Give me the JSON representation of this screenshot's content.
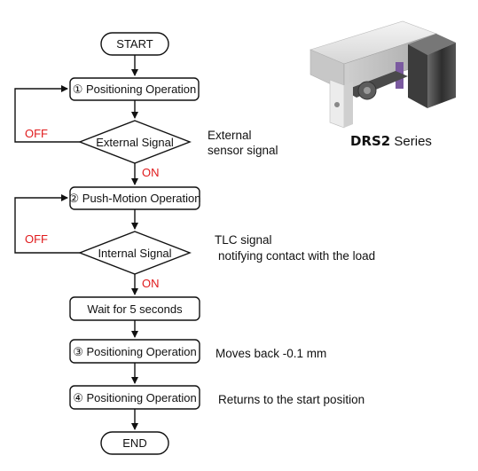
{
  "flow": {
    "start": "START",
    "step1": "① Positioning Operation",
    "decision1": "External Signal",
    "decision1_note_line1": "External",
    "decision1_note_line2": "sensor signal",
    "step2": "② Push-Motion Operation",
    "decision2": "Internal Signal",
    "decision2_note_line1": "TLC signal",
    "decision2_note_line2": "notifying contact with the load",
    "wait": "Wait for 5 seconds",
    "step3": "③ Positioning Operation",
    "step3_note": "Moves back -0.1 mm",
    "step4": "④ Positioning Operation",
    "step4_note": "Returns to the start position",
    "end": "END",
    "off_label": "OFF",
    "on_label": "ON"
  },
  "product": {
    "model": "DRS2",
    "suffix": " Series"
  },
  "colors": {
    "line": "#111111",
    "flag": "#e0191b"
  }
}
